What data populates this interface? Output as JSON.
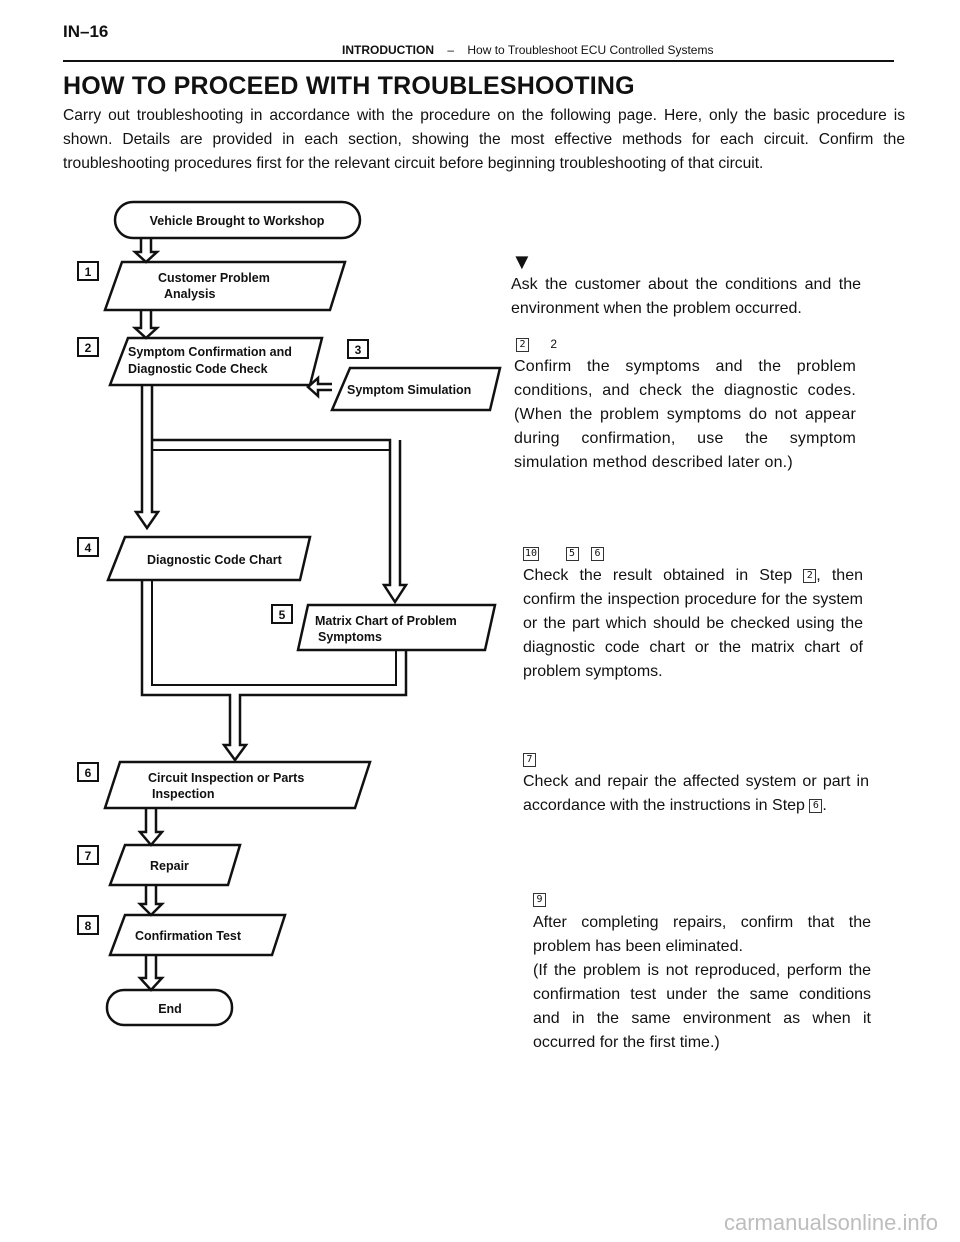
{
  "header": {
    "page": "IN–16",
    "section": "INTRODUCTION",
    "separator": "–",
    "subsection": "How to Troubleshoot ECU Controlled Systems"
  },
  "title": "HOW TO PROCEED WITH TROUBLESHOOTING",
  "intro": "Carry out troubleshooting in accordance with the procedure on the following page. Here, only the basic procedure is shown. Details are provided in each section, showing the most effective methods for each circuit. Confirm the troubleshooting procedures first for the relevant circuit before beginning troubleshooting of that circuit.",
  "flow": {
    "start": "Vehicle Brought to Workshop",
    "steps": [
      {
        "num": "1",
        "line1": "Customer Problem",
        "line2": "Analysis"
      },
      {
        "num": "2",
        "line1": "Symptom Confirmation and",
        "line2": "Diagnostic Code Check"
      },
      {
        "num": "3",
        "line1": "Symptom Simulation",
        "line2": ""
      },
      {
        "num": "4",
        "line1": "Diagnostic Code Chart",
        "line2": ""
      },
      {
        "num": "5",
        "line1": "Matrix Chart of Problem",
        "line2": "Symptoms"
      },
      {
        "num": "6",
        "line1": "Circuit Inspection or Parts",
        "line2": "Inspection"
      },
      {
        "num": "7",
        "line1": "Repair",
        "line2": ""
      },
      {
        "num": "8",
        "line1": "Confirmation Test",
        "line2": ""
      }
    ],
    "end": "End"
  },
  "notes": {
    "n1_marker": "▼",
    "n1": "Ask the customer about the conditions and the environment when the problem occurred.",
    "n2_sym": "2",
    "n2_extra": "2",
    "n2": "Confirm the symptoms and the problem conditions, and check the diagnostic codes. (When the problem symptoms do not appear during confirmation, use the symptom simulation method described later on.)",
    "n3_syms": [
      "10",
      "5",
      "6"
    ],
    "n3_a": "Check the result obtained in Step",
    "n3_step": "2",
    "n3_b": ", then confirm the inspection procedure for the system or the part which should be checked using the diagnostic code chart or the matrix chart of problem symptoms.",
    "n4_sym": "7",
    "n4_a": "Check and repair the affected system or part in accordance with the instructions in Step",
    "n4_step": "6",
    "n4_b": ".",
    "n5_sym": "9",
    "n5_a": "After completing repairs, confirm that the problem has been eliminated.",
    "n5_b": "(If the problem is not reproduced, perform the confirmation test under the same conditions and in the same environment as when it occurred for the first time.)"
  },
  "watermark": "carmanualsonline.info"
}
